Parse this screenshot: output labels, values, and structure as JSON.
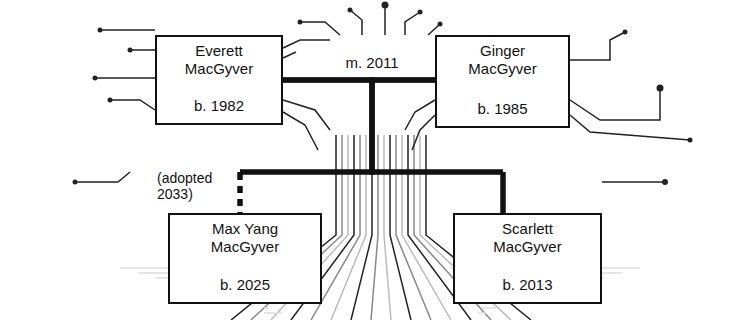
{
  "diagram": {
    "nodes": [
      {
        "text": [
          "Everett MacGyver",
          "b. 1982"
        ]
      },
      {
        "text": [
          "Ginger MacGyver",
          "b. 1985"
        ]
      },
      {
        "text": [
          "Max Yang MacGyver",
          "b. 2025"
        ]
      },
      {
        "text": [
          "Scarlett MacGyver",
          "b. 2013"
        ]
      }
    ],
    "edges": [
      {
        "from": 0,
        "to": 1,
        "arrow": "none",
        "label": "m. 2011"
      },
      {
        "from": 0,
        "to": 2,
        "arrow": "none"
      },
      {
        "from": 1,
        "to": 2,
        "arrow": "none"
      },
      {
        "from": 0,
        "to": 3,
        "arrow": "none"
      },
      {
        "from": 1,
        "to": 3,
        "arrow": "none"
      }
    ],
    "labels": [
      "(adopted 2033)"
    ]
  }
}
